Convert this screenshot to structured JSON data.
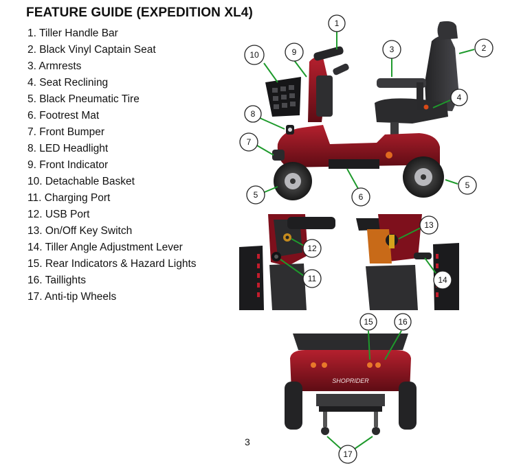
{
  "title": "FEATURE GUIDE (EXPEDITION XL4)",
  "features": [
    "1. Tiller Handle Bar",
    "2. Black Vinyl Captain Seat",
    "3. Armrests",
    "4. Seat Reclining",
    "5. Black Pneumatic Tire",
    "6. Footrest Mat",
    "7. Front Bumper",
    "8. LED Headlight",
    "9. Front Indicator",
    "10. Detachable Basket",
    "11. Charging Port",
    "12. USB Port",
    "13. On/Off Key Switch",
    "14. Tiller Angle Adjustment Lever",
    "15. Rear Indicators & Hazard Lights",
    "16. Taillights",
    "17. Anti-tip Wheels"
  ],
  "callouts": {
    "side_view": [
      "1",
      "2",
      "3",
      "4",
      "5",
      "6",
      "7",
      "8",
      "9",
      "10",
      "5"
    ],
    "charging_detail": [
      "12",
      "11"
    ],
    "key_detail": [
      "13",
      "14"
    ],
    "rear_view": [
      "15",
      "16",
      "17"
    ]
  },
  "rear_badge": "SHOPRIDER",
  "page_number": "3",
  "colors": {
    "body_red": "#8c1420",
    "leader_green": "#1e9a2c",
    "seat_dark": "#2d2d2f"
  }
}
